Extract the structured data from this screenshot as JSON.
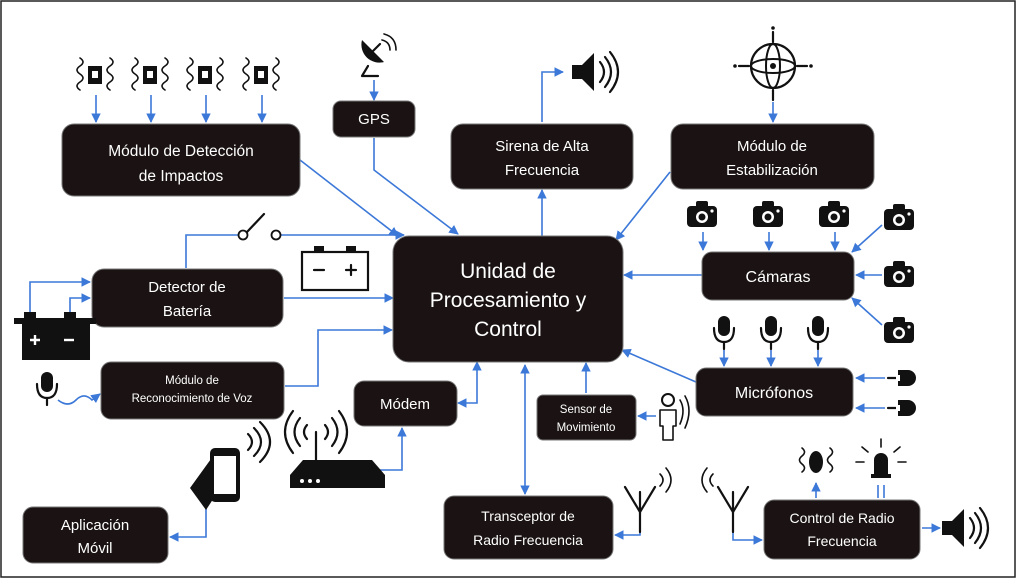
{
  "colors": {
    "box_fill": "#1b1313",
    "box_text": "#ffffff",
    "connector": "#3c78d8",
    "icon": "#111111"
  },
  "blocks": {
    "cpu": [
      "Unidad de",
      "Procesamiento y",
      "Control"
    ],
    "impact": [
      "Módulo de Detección",
      "de Impactos"
    ],
    "gps": [
      "GPS"
    ],
    "siren": [
      "Sirena de Alta",
      "Frecuencia"
    ],
    "stab": [
      "Módulo de",
      "Estabilización"
    ],
    "cameras": [
      "Cámaras"
    ],
    "battery": [
      "Detector de",
      "Batería"
    ],
    "voice": [
      "Módulo de",
      "Reconocimiento de Voz"
    ],
    "modem": [
      "Módem"
    ],
    "motion": [
      "Sensor de",
      "Movimiento"
    ],
    "mics": [
      "Micrófonos"
    ],
    "app": [
      "Aplicación",
      "Móvil"
    ],
    "trx": [
      "Transceptor de",
      "Radio Frecuencia"
    ],
    "rfctl": [
      "Control de Radio",
      "Frecuencia"
    ]
  },
  "icons": [
    "vibration-sensor-icon",
    "satellite-dish-icon",
    "speaker-icon",
    "gyroscope-icon",
    "camera-icon",
    "switch-icon",
    "battery-icon",
    "microphone-icon",
    "wifi-router-icon",
    "smartphone-hand-icon",
    "person-motion-icon",
    "antenna-icon",
    "led-icon"
  ]
}
